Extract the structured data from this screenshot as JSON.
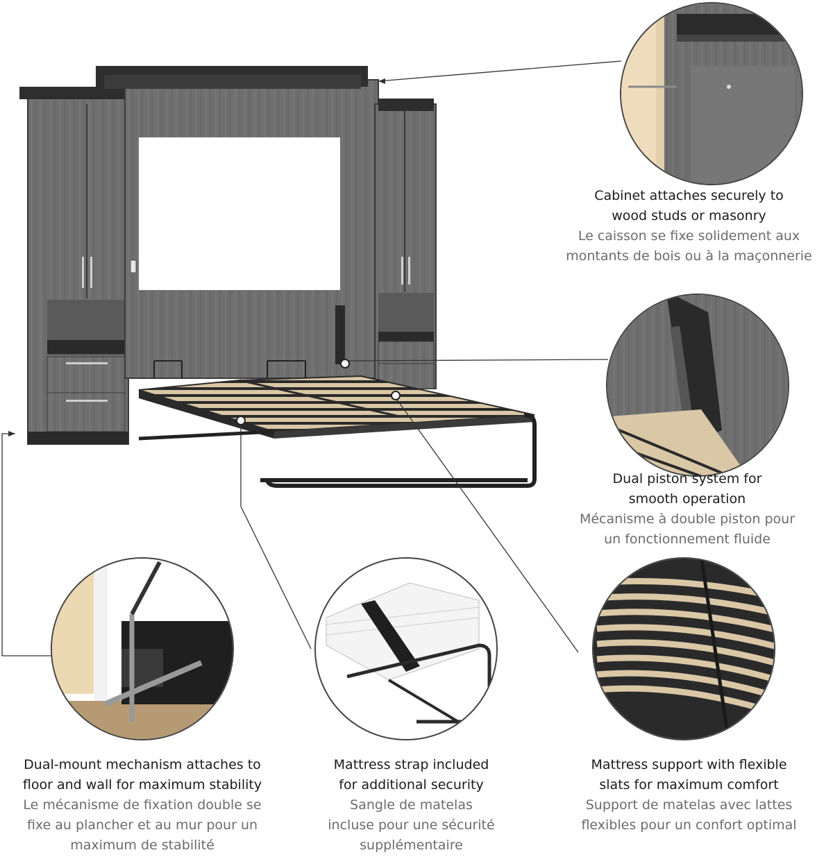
{
  "features": {
    "cabinet": {
      "en_line1": "Cabinet attaches securely to",
      "en_line2": "wood studs or masonry",
      "fr_line1": "Le caisson se fixe solidement aux",
      "fr_line2": "montants de bois ou à la maçonnerie"
    },
    "piston": {
      "en_line1": "Dual piston system for",
      "en_line2": "smooth operation",
      "fr_line1": "Mécanisme à double piston pour",
      "fr_line2": "un fonctionnement fluide"
    },
    "mount": {
      "en_line1": "Dual-mount mechanism attaches to",
      "en_line2": "floor and wall for maximum stability",
      "fr_line1": "Le mécanisme de fixation double se",
      "fr_line2": "fixe au plancher et au mur pour un",
      "fr_line3": "maximum de stabilité"
    },
    "strap": {
      "en_line1": "Mattress strap included",
      "en_line2": "for additional security",
      "fr_line1": "Sangle de matelas",
      "fr_line2": "incluse pour une sécurité",
      "fr_line3": "supplémentaire"
    },
    "slats": {
      "en_line1": "Mattress support with flexible",
      "en_line2": "slats for maximum comfort",
      "fr_line1": "Support de matelas avec lattes",
      "fr_line2": "flexibles pour un confort optimal"
    }
  },
  "colors": {
    "wood_grey": "#6e6e6e",
    "dark_trim": "#2b2b2b",
    "slat_wood": "#d9c7a6",
    "callout_line": "#333333",
    "caption_en": "#1a1a1a",
    "caption_fr": "#6b6b6b"
  }
}
